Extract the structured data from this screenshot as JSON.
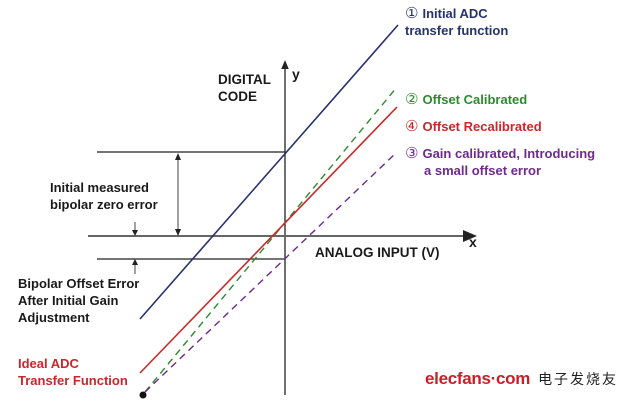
{
  "axes": {
    "y_title_line1": "DIGITAL",
    "y_title_line2": "CODE",
    "y_symbol": "y",
    "x_title": "ANALOG INPUT (V)",
    "x_symbol": "x"
  },
  "annotations": {
    "initial_error_line1": "Initial measured",
    "initial_error_line2": "bipolar zero error",
    "offset_error_line1": "Bipolar Offset Error",
    "offset_error_line2": "After Initial Gain",
    "offset_error_line3": "Adjustment",
    "ideal_line1": "Ideal ADC",
    "ideal_line2": "Transfer Function"
  },
  "legend": [
    {
      "num": "①",
      "line1": "Initial ADC",
      "line2": "transfer function",
      "color": "#26336e"
    },
    {
      "num": "②",
      "line1": "Offset Calibrated",
      "color": "#2f8a2f"
    },
    {
      "num": "④",
      "line1": "Offset Recalibrated",
      "color": "#c8282a"
    },
    {
      "num": "③",
      "line1": "Gain calibrated, Introducing",
      "line2": "a small offset error",
      "color": "#6f2a8c"
    }
  ],
  "watermark": {
    "brand": "elecfans·com",
    "chinese": "电子发烧友"
  },
  "colors": {
    "initial": "#26336e",
    "offset_calibrated": "#2f8a2f",
    "offset_recalibrated": "#c8282a",
    "gain_calibrated": "#6f2a8c",
    "axis": "#444444"
  }
}
